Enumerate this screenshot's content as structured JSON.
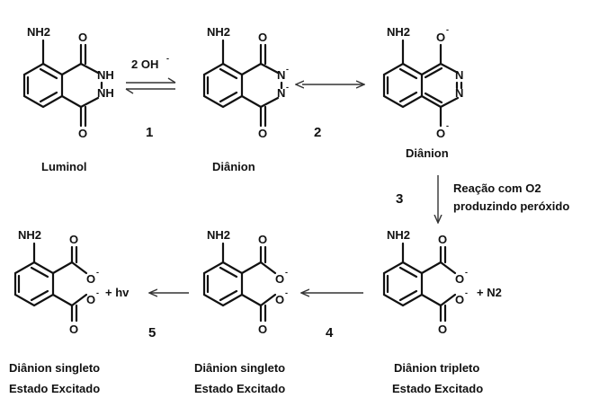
{
  "structures": {
    "luminol": {
      "label": "Luminol",
      "nh2": "NH2",
      "o_top": "O",
      "o_bot": "O",
      "n_top": "NH",
      "n_bot": "NH"
    },
    "dianion1": {
      "label": "Diânion",
      "nh2": "NH2",
      "o_top": "O",
      "o_bot": "O",
      "n_top": "N",
      "n_bot": "N",
      "n_top_charge": "-",
      "n_bot_charge": "-"
    },
    "dianion2": {
      "label": "Diânion",
      "nh2": "NH2",
      "o_top": "O",
      "o_bot": "O",
      "o_top_charge": "-",
      "o_bot_charge": "-",
      "n_top": "N",
      "n_bot": "N"
    },
    "triplet": {
      "label_line1": "Diânion tripleto",
      "label_line2": "Estado Excitado",
      "nh2": "NH2",
      "o_top": "O",
      "o_bot": "O",
      "o_right1": "O",
      "o_right2": "O",
      "charge": "-"
    },
    "singlet_mid": {
      "label_line1": "Diânion singleto",
      "label_line2": "Estado Excitado",
      "nh2": "NH2",
      "o_top": "O",
      "o_bot": "O",
      "o_right1": "O",
      "o_right2": "O",
      "charge": "-"
    },
    "singlet_left": {
      "label_line1": "Diânion singleto",
      "label_line2": "Estado Excitado",
      "nh2": "NH2",
      "o_top": "O",
      "o_bot": "O",
      "o_right1": "O",
      "o_right2": "O",
      "charge": "-"
    }
  },
  "reagent_oh": "2 OH",
  "reagent_oh_charge": "-",
  "byproduct_n2": "+ N2",
  "byproduct_hv": "+ hv",
  "step3_label_line1": "Reação com O2",
  "step3_label_line2": "produzindo peróxido",
  "steps": [
    "1",
    "2",
    "3",
    "4",
    "5"
  ]
}
